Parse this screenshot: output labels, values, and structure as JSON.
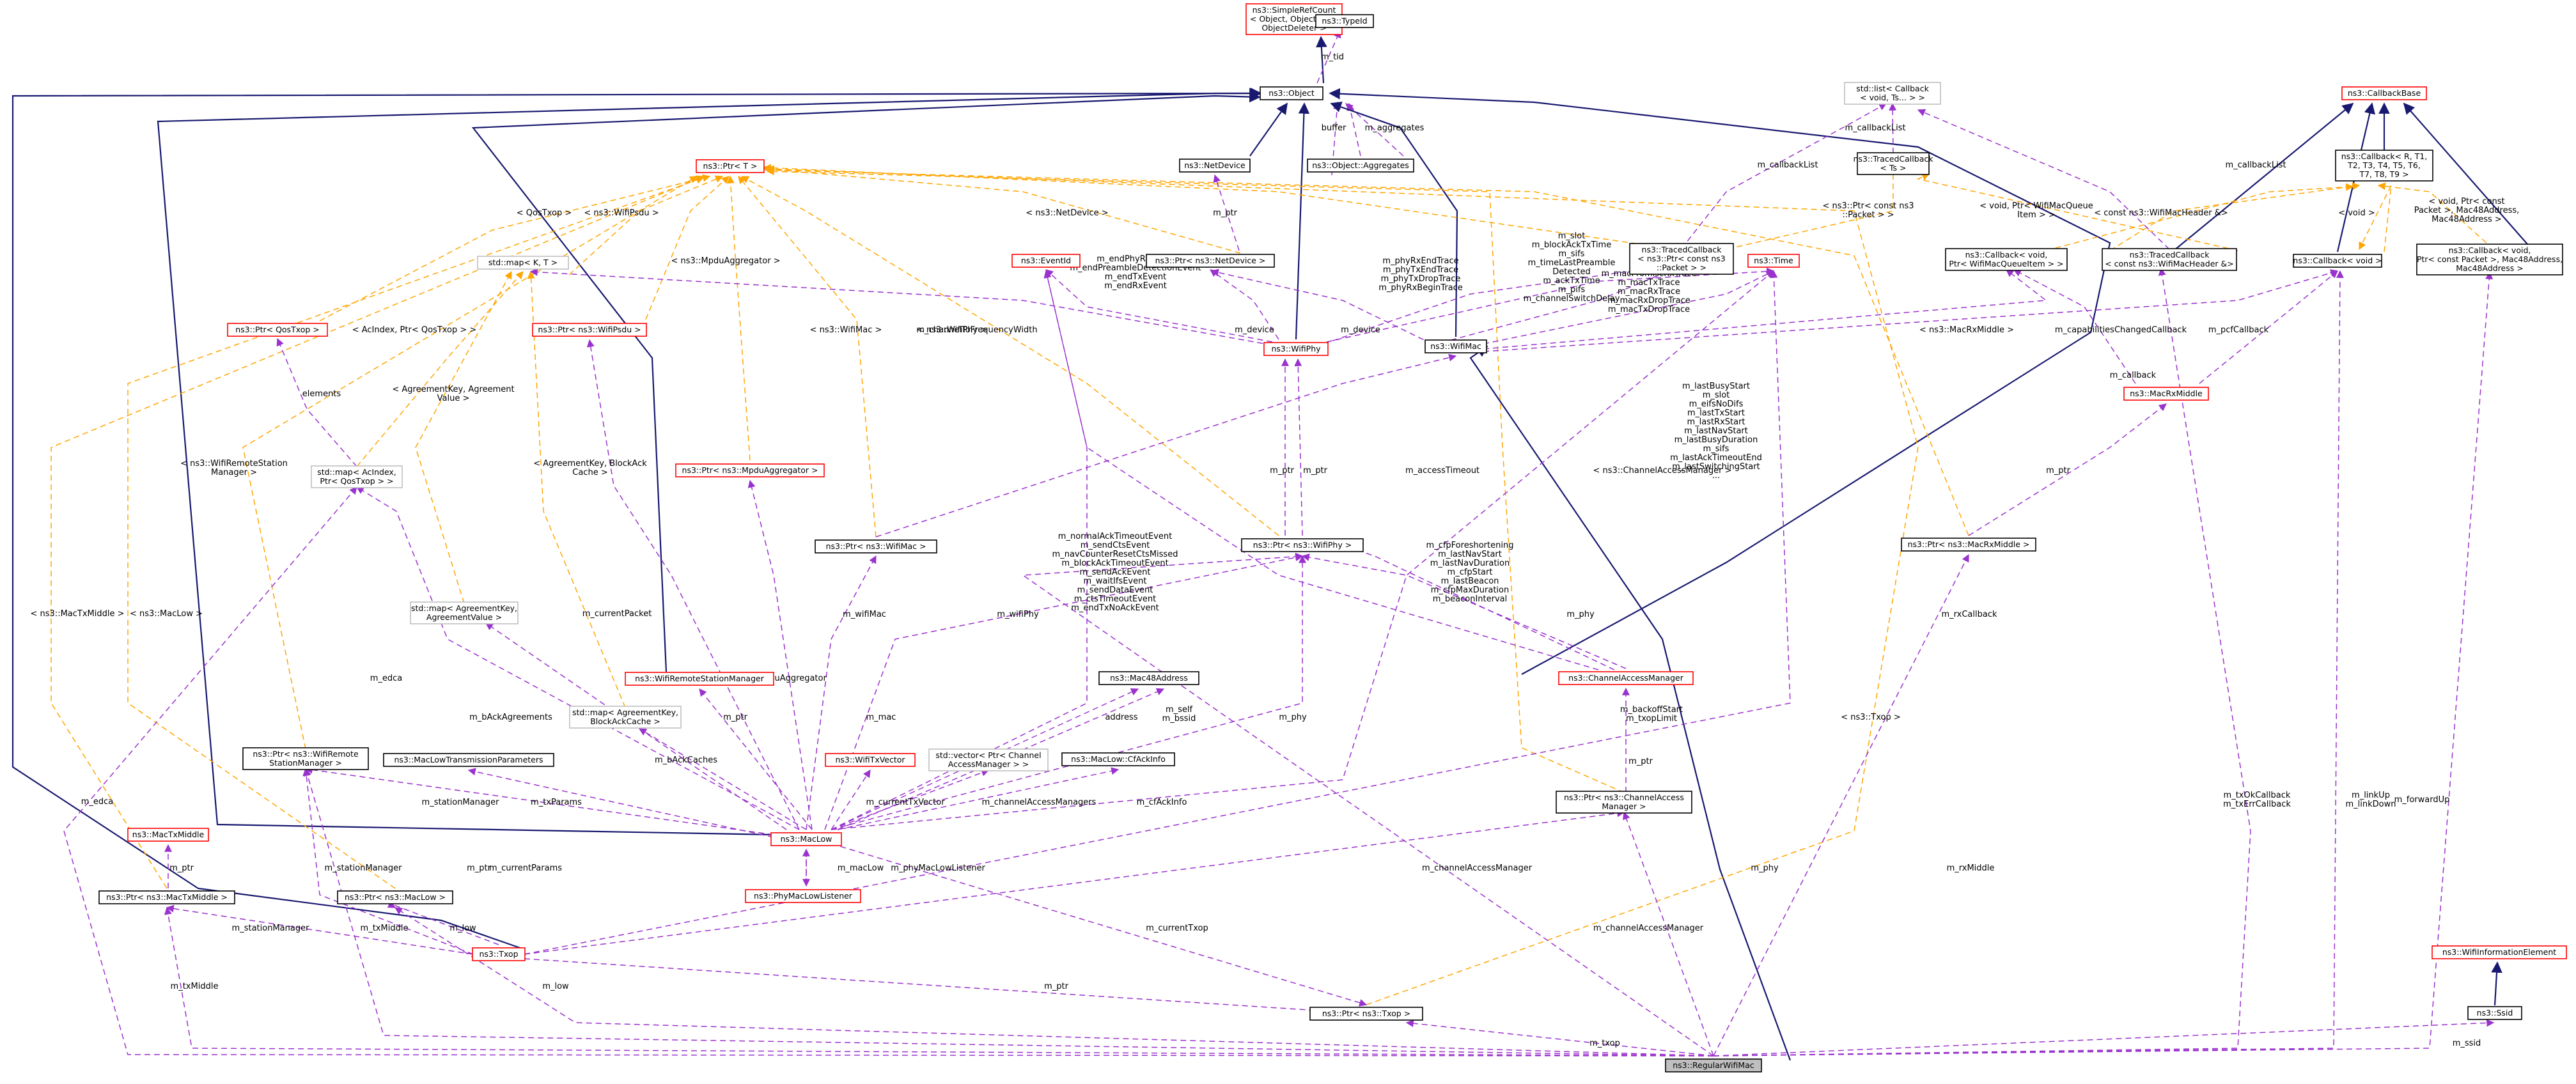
{
  "diagram": {
    "nodes": [
      {
        "id": "regular",
        "lines": [
          "ns3::RegularWifiMac"
        ],
        "style": "focus"
      },
      {
        "id": "simplerefcount",
        "lines": [
          "ns3::SimpleRefCount",
          "< Object, ObjectBase,",
          "ObjectDeleter >"
        ],
        "style": "red"
      },
      {
        "id": "typeid",
        "lines": [
          "ns3::TypeId"
        ],
        "style": "std"
      },
      {
        "id": "object",
        "lines": [
          "ns3::Object"
        ],
        "style": "std"
      },
      {
        "id": "netdevice",
        "lines": [
          "ns3::NetDevice"
        ],
        "style": "std"
      },
      {
        "id": "aggregates",
        "lines": [
          "ns3::Object::Aggregates"
        ],
        "style": "std"
      },
      {
        "id": "ptrT",
        "lines": [
          "ns3::Ptr< T >"
        ],
        "style": "red"
      },
      {
        "id": "stdmap",
        "lines": [
          "std::map< K, T >"
        ],
        "style": "gray"
      },
      {
        "id": "ptrQosTxop",
        "lines": [
          "ns3::Ptr< QosTxop >"
        ],
        "style": "red"
      },
      {
        "id": "ptrPsdu",
        "lines": [
          "ns3::Ptr< ns3::WifiPsdu >"
        ],
        "style": "red"
      },
      {
        "id": "mapAcIndex",
        "lines": [
          "std::map< AcIndex,",
          "Ptr< QosTxop > >"
        ],
        "style": "gray"
      },
      {
        "id": "ptrMpdu",
        "lines": [
          "ns3::Ptr< ns3::MpduAggregator >"
        ],
        "style": "red"
      },
      {
        "id": "eventid",
        "lines": [
          "ns3::EventId"
        ],
        "style": "red"
      },
      {
        "id": "ptrNetDevice",
        "lines": [
          "ns3::Ptr< ns3::NetDevice >"
        ],
        "style": "std"
      },
      {
        "id": "tracedPacket",
        "lines": [
          "ns3::TracedCallback",
          "< ns3::Ptr< const ns3",
          "::Packet > >"
        ],
        "style": "std"
      },
      {
        "id": "time",
        "lines": [
          "ns3::Time"
        ],
        "style": "red"
      },
      {
        "id": "stdlist",
        "lines": [
          "std::list< Callback",
          "< void, Ts... > >"
        ],
        "style": "gray"
      },
      {
        "id": "tracedTs",
        "lines": [
          "ns3::TracedCallback",
          "< Ts >"
        ],
        "style": "std"
      },
      {
        "id": "callbackbase",
        "lines": [
          "ns3::CallbackBase"
        ],
        "style": "red"
      },
      {
        "id": "callbackRT",
        "lines": [
          "ns3::Callback< R, T1,",
          "T2, T3, T4, T5, T6,",
          "T7, T8, T9 >"
        ],
        "style": "std"
      },
      {
        "id": "cbQueue",
        "lines": [
          "ns3::Callback< void,",
          "Ptr< WifiMacQueueItem > >"
        ],
        "style": "std"
      },
      {
        "id": "tracedHeader",
        "lines": [
          "ns3::TracedCallback",
          "< const ns3::WifiMacHeader &>"
        ],
        "style": "std"
      },
      {
        "id": "cbVoid",
        "lines": [
          "ns3::Callback< void >"
        ],
        "style": "std"
      },
      {
        "id": "cbForward",
        "lines": [
          "ns3::Callback< void,",
          "Ptr< const Packet >, Mac48Address,",
          "Mac48Address >"
        ],
        "style": "std"
      },
      {
        "id": "wifiphy",
        "lines": [
          "ns3::WifiPhy"
        ],
        "style": "red"
      },
      {
        "id": "wifimac",
        "lines": [
          "ns3::WifiMac"
        ],
        "style": "std"
      },
      {
        "id": "macrxmiddle",
        "lines": [
          "ns3::MacRxMiddle"
        ],
        "style": "red"
      },
      {
        "id": "ptrWifiMac",
        "lines": [
          "ns3::Ptr< ns3::WifiMac >"
        ],
        "style": "std"
      },
      {
        "id": "ptrWifiPhy",
        "lines": [
          "ns3::Ptr< ns3::WifiPhy >"
        ],
        "style": "std"
      },
      {
        "id": "ptrMacRx",
        "lines": [
          "ns3::Ptr< ns3::MacRxMiddle >"
        ],
        "style": "std"
      },
      {
        "id": "mapAgreementValue",
        "lines": [
          "std::map< AgreementKey,",
          "AgreementValue >"
        ],
        "style": "gray"
      },
      {
        "id": "wrsm",
        "lines": [
          "ns3::WifiRemoteStationManager"
        ],
        "style": "red"
      },
      {
        "id": "mapAgreementCache",
        "lines": [
          "std::map< AgreementKey,",
          "BlockAckCache >"
        ],
        "style": "gray"
      },
      {
        "id": "ptrWrsm",
        "lines": [
          "ns3::Ptr< ns3::WifiRemote",
          "StationManager >"
        ],
        "style": "std"
      },
      {
        "id": "txparams",
        "lines": [
          "ns3::MacLowTransmissionParameters"
        ],
        "style": "std"
      },
      {
        "id": "mac48",
        "lines": [
          "ns3::Mac48Address"
        ],
        "style": "std"
      },
      {
        "id": "txvector",
        "lines": [
          "ns3::WifiTxVector"
        ],
        "style": "red"
      },
      {
        "id": "vecCam",
        "lines": [
          "std::vector< Ptr< Channel",
          "AccessManager > >"
        ],
        "style": "gray"
      },
      {
        "id": "cfackinfo",
        "lines": [
          "ns3::MacLow::CfAckInfo"
        ],
        "style": "std"
      },
      {
        "id": "cam",
        "lines": [
          "ns3::ChannelAccessManager"
        ],
        "style": "red"
      },
      {
        "id": "maclow",
        "lines": [
          "ns3::MacLow"
        ],
        "style": "red"
      },
      {
        "id": "phylistener",
        "lines": [
          "ns3::PhyMacLowListener"
        ],
        "style": "red"
      },
      {
        "id": "ptrCam",
        "lines": [
          "ns3::Ptr< ns3::ChannelAccess",
          "Manager >"
        ],
        "style": "std"
      },
      {
        "id": "mactxmiddle",
        "lines": [
          "ns3::MacTxMiddle"
        ],
        "style": "red"
      },
      {
        "id": "ptrMacTx",
        "lines": [
          "ns3::Ptr< ns3::MacTxMiddle >"
        ],
        "style": "std"
      },
      {
        "id": "ptrMacLow",
        "lines": [
          "ns3::Ptr< ns3::MacLow >"
        ],
        "style": "std"
      },
      {
        "id": "txop",
        "lines": [
          "ns3::Txop"
        ],
        "style": "red"
      },
      {
        "id": "ptrTxop",
        "lines": [
          "ns3::Ptr< ns3::Txop >"
        ],
        "style": "std"
      },
      {
        "id": "wifiinfo",
        "lines": [
          "ns3::WifiInformationElement"
        ],
        "style": "red"
      },
      {
        "id": "ssid",
        "lines": [
          "ns3::Ssid"
        ],
        "style": "std"
      }
    ],
    "edge_labels": [
      {
        "id": "l_tid",
        "lines": [
          "m_tid"
        ]
      },
      {
        "id": "l_buffer",
        "lines": [
          "buffer"
        ]
      },
      {
        "id": "l_aggregates",
        "lines": [
          "m_aggregates"
        ]
      },
      {
        "id": "l_ptr_nd",
        "lines": [
          "m_ptr"
        ]
      },
      {
        "id": "l_qostxop",
        "lines": [
          "< QosTxop >"
        ]
      },
      {
        "id": "l_wifipsdu",
        "lines": [
          "< ns3::WifiPsdu >"
        ]
      },
      {
        "id": "l_netdevice",
        "lines": [
          "< ns3::NetDevice >"
        ]
      },
      {
        "id": "l_constpacket",
        "lines": [
          "< ns3::Ptr< const ns3",
          "::Packet > >"
        ]
      },
      {
        "id": "l_callbacklist1",
        "lines": [
          "m_callbackList"
        ]
      },
      {
        "id": "l_callbacklist2",
        "lines": [
          "m_callbackList"
        ]
      },
      {
        "id": "l_callbacklist3",
        "lines": [
          "m_callbackList"
        ]
      },
      {
        "id": "l_queueitem",
        "lines": [
          "< void, Ptr< WifiMacQueue",
          "Item > >"
        ]
      },
      {
        "id": "l_constheader",
        "lines": [
          "< const ns3::WifiMacHeader &>"
        ]
      },
      {
        "id": "l_void",
        "lines": [
          "< void >"
        ]
      },
      {
        "id": "l_voidptr",
        "lines": [
          "< void, Ptr< const",
          "Packet >, Mac48Address,",
          "Mac48Address >"
        ]
      },
      {
        "id": "l_mpduagg",
        "lines": [
          "< ns3::MpduAggregator >"
        ]
      },
      {
        "id": "l_acindex",
        "lines": [
          "< AcIndex, Ptr< QosTxop > >"
        ]
      },
      {
        "id": "l_elements",
        "lines": [
          "elements"
        ]
      },
      {
        "id": "l_agreementvalue",
        "lines": [
          "< AgreementKey, Agreement",
          "Value >"
        ]
      },
      {
        "id": "l_wifimacT",
        "lines": [
          "< ns3::WifiMac >"
        ]
      },
      {
        "id": "l_wifiphyT",
        "lines": [
          "< ns3::WifiPhy >"
        ]
      },
      {
        "id": "l_chan2freq",
        "lines": [
          "m_channelToFrequencyWidth"
        ]
      },
      {
        "id": "l_rxevents",
        "lines": [
          "m_endPhyRxEvent",
          "m_endPreambleDetectionEvent",
          "m_endTxEvent",
          "m_endRxEvent"
        ]
      },
      {
        "id": "l_device1",
        "lines": [
          "m_device"
        ]
      },
      {
        "id": "l_device2",
        "lines": [
          "m_device"
        ]
      },
      {
        "id": "l_phytraces",
        "lines": [
          "m_phyRxEndTrace",
          "m_phyTxEndTrace",
          "m_phyTxDropTrace",
          "m_phyRxBeginTrace"
        ]
      },
      {
        "id": "l_slotgroup",
        "lines": [
          "m_slot",
          "m_blockAckTxTime",
          "m_sifs",
          "m_timeLastPreamble",
          "Detected",
          "m_ackTxTime",
          "m_pifs",
          "m_channelSwitchDelay"
        ]
      },
      {
        "id": "l_mactraces",
        "lines": [
          "m_macPromiscRxTrace",
          "m_macTxTrace",
          "m_macRxTrace",
          "m_macRxDropTrace",
          "m_macTxDropTrace"
        ]
      },
      {
        "id": "l_macrxmiddleT",
        "lines": [
          "< ns3::MacRxMiddle >"
        ]
      },
      {
        "id": "l_capabilities",
        "lines": [
          "m_capabilitiesChangedCallback"
        ]
      },
      {
        "id": "l_callback",
        "lines": [
          "m_callback"
        ]
      },
      {
        "id": "l_pcfcallback",
        "lines": [
          "m_pcfCallback"
        ]
      },
      {
        "id": "l_blockackcache",
        "lines": [
          "< AgreementKey, BlockAck",
          "Cache >"
        ]
      },
      {
        "id": "l_wrsmT",
        "lines": [
          "< ns3::WifiRemoteStation",
          "Manager >"
        ]
      },
      {
        "id": "l_ptr_wifiphy1",
        "lines": [
          "m_ptr"
        ]
      },
      {
        "id": "l_ptr_wifiphy2",
        "lines": [
          "m_ptr"
        ]
      },
      {
        "id": "l_accesstimeout",
        "lines": [
          "m_accessTimeout"
        ]
      },
      {
        "id": "l_camT",
        "lines": [
          "< ns3::ChannelAccessManager >"
        ]
      },
      {
        "id": "l_busystart",
        "lines": [
          "m_lastBusyStart",
          "m_slot",
          "m_eifsNoDifs",
          "m_lastTxStart",
          "m_lastRxStart",
          "m_lastNavStart",
          "m_lastBusyDuration",
          "m_sifs",
          "m_lastAckTimeoutEnd",
          "m_lastSwitchingStart",
          "..."
        ]
      },
      {
        "id": "l_ptr_macrx",
        "lines": [
          "m_ptr"
        ]
      },
      {
        "id": "l_ctsevents",
        "lines": [
          "m_normalAckTimeoutEvent",
          "m_sendCtsEvent",
          "m_navCounterResetCtsMissed",
          "m_blockAckTimeoutEvent",
          "m_sendAckEvent",
          "m_waitIfsEvent",
          "m_sendDataEvent",
          "m_ctsTimeoutEvent",
          "m_endTxNoAckEvent"
        ]
      },
      {
        "id": "l_cfpforeshortening",
        "lines": [
          "m_cfpForeshortening",
          "m_lastNavStart",
          "m_lastNavDuration",
          "m_cfpStart",
          "m_lastBeacon",
          "m_cfpMaxDuration",
          "m_beaconInterval"
        ]
      },
      {
        "id": "l_wifimac",
        "lines": [
          "m_wifiMac"
        ]
      },
      {
        "id": "l_wifiphy",
        "lines": [
          "m_wifiPhy"
        ]
      },
      {
        "id": "l_phy_cam",
        "lines": [
          "m_phy"
        ]
      },
      {
        "id": "l_currentpacket",
        "lines": [
          "m_currentPacket"
        ]
      },
      {
        "id": "l_edca_map",
        "lines": [
          "m_edca"
        ]
      },
      {
        "id": "l_mpduaggregator",
        "lines": [
          "m_mpduAggregator"
        ]
      },
      {
        "id": "l_mac",
        "lines": [
          "m_mac"
        ]
      },
      {
        "id": "l_phy_maclow",
        "lines": [
          "m_phy"
        ]
      },
      {
        "id": "l_address",
        "lines": [
          "address"
        ]
      },
      {
        "id": "l_self",
        "lines": [
          "m_self",
          "m_bssid"
        ]
      },
      {
        "id": "l_ptr_wrsm",
        "lines": [
          "m_ptr"
        ]
      },
      {
        "id": "l_backoff",
        "lines": [
          "m_backoffStart",
          "m_txopLimit"
        ]
      },
      {
        "id": "l_ptr_cam",
        "lines": [
          "m_ptr"
        ]
      },
      {
        "id": "l_bacaches",
        "lines": [
          "m_bAckCaches"
        ]
      },
      {
        "id": "l_bagreements",
        "lines": [
          "m_bAckAgreements"
        ]
      },
      {
        "id": "l_txvector",
        "lines": [
          "m_currentTxVector"
        ]
      },
      {
        "id": "l_chanmanagers",
        "lines": [
          "m_channelAccessManagers"
        ]
      },
      {
        "id": "l_cfackinfo",
        "lines": [
          "m_cfAckInfo"
        ]
      },
      {
        "id": "l_stationmanager1",
        "lines": [
          "m_stationManager"
        ]
      },
      {
        "id": "l_txparams",
        "lines": [
          "m_txParams"
        ]
      },
      {
        "id": "l_maclowT",
        "lines": [
          "< ns3::MacLow >"
        ]
      },
      {
        "id": "l_mactxmiddleT",
        "lines": [
          "< ns3::MacTxMiddle >"
        ]
      },
      {
        "id": "l_ptr_mactx",
        "lines": [
          "m_ptr"
        ]
      },
      {
        "id": "l_ptr_maclow",
        "lines": [
          "m_ptr"
        ]
      },
      {
        "id": "l_stationmanager2",
        "lines": [
          "m_stationManager"
        ]
      },
      {
        "id": "l_currentparams",
        "lines": [
          "m_currentParams"
        ]
      },
      {
        "id": "l_maclow",
        "lines": [
          "m_macLow"
        ]
      },
      {
        "id": "l_phymaclowlistener",
        "lines": [
          "m_phyMacLowListener"
        ]
      },
      {
        "id": "l_chanaccessmgr_txop",
        "lines": [
          "m_channelAccessManager"
        ]
      },
      {
        "id": "l_txopT",
        "lines": [
          "< ns3::Txop >"
        ]
      },
      {
        "id": "l_currenttxop",
        "lines": [
          "m_currentTxop"
        ]
      },
      {
        "id": "l_rxcallback",
        "lines": [
          "m_rxCallback"
        ]
      },
      {
        "id": "l_stationmanager3",
        "lines": [
          "m_stationManager"
        ]
      },
      {
        "id": "l_txmiddle1",
        "lines": [
          "m_txMiddle"
        ]
      },
      {
        "id": "l_low1",
        "lines": [
          "m_low"
        ]
      },
      {
        "id": "l_ptr_txop",
        "lines": [
          "m_ptr"
        ]
      },
      {
        "id": "l_edca_regular",
        "lines": [
          "m_edca"
        ]
      },
      {
        "id": "l_txmiddle2",
        "lines": [
          "m_txMiddle"
        ]
      },
      {
        "id": "l_low2",
        "lines": [
          "m_low"
        ]
      },
      {
        "id": "l_chanaccessmgr_reg",
        "lines": [
          "m_channelAccessManager"
        ]
      },
      {
        "id": "l_txop",
        "lines": [
          "m_txop"
        ]
      },
      {
        "id": "l_phy_reg",
        "lines": [
          "m_phy"
        ]
      },
      {
        "id": "l_rxmiddle",
        "lines": [
          "m_rxMiddle"
        ]
      },
      {
        "id": "l_txok",
        "lines": [
          "m_txOkCallback",
          "m_txErrCallback"
        ]
      },
      {
        "id": "l_linkup",
        "lines": [
          "m_linkUp",
          "m_linkDown"
        ]
      },
      {
        "id": "l_forwardup",
        "lines": [
          "m_forwardUp"
        ]
      },
      {
        "id": "l_ssid",
        "lines": [
          "m_ssid"
        ]
      }
    ]
  }
}
